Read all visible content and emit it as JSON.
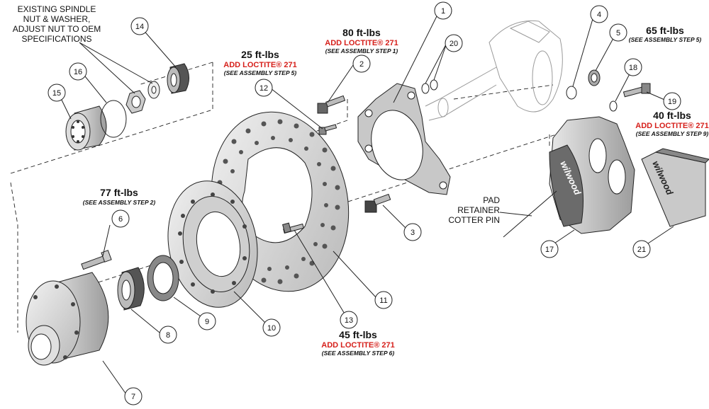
{
  "notes": {
    "spindle": [
      "EXISTING SPINDLE",
      "NUT & WASHER,",
      "ADJUST NUT TO OEM",
      "SPECIFICATIONS"
    ],
    "pad_retainer": [
      "PAD",
      "RETAINER",
      "COTTER PIN"
    ]
  },
  "torque_specs": [
    {
      "id": "bracket",
      "torque": "80 ft-lbs",
      "loctite": "ADD LOCTITE® 271",
      "step": "(SEE ASSEMBLY STEP 1)"
    },
    {
      "id": "rotor",
      "torque": "25 ft-lbs",
      "loctite": "ADD LOCTITE® 271",
      "step": "(SEE ASSEMBLY STEP 5)"
    },
    {
      "id": "nut",
      "torque": "65 ft-lbs",
      "step": "(SEE ASSEMBLY STEP 5)"
    },
    {
      "id": "caliper",
      "torque": "40 ft-lbs",
      "loctite": "ADD LOCTITE® 271",
      "step": "(SEE ASSEMBLY STEP 9)"
    },
    {
      "id": "stud",
      "torque": "77 ft-lbs",
      "step": "(SEE ASSEMBLY STEP 2)"
    },
    {
      "id": "hat",
      "torque": "45 ft-lbs",
      "loctite": "ADD LOCTITE® 271",
      "step": "(SEE ASSEMBLY STEP 6)"
    }
  ],
  "callouts": [
    "1",
    "2",
    "3",
    "4",
    "5",
    "6",
    "7",
    "8",
    "9",
    "10",
    "11",
    "12",
    "13",
    "14",
    "15",
    "16",
    "17",
    "18",
    "19",
    "20",
    "21"
  ],
  "brand": "wilwood",
  "colors": {
    "loctite_red": "#d6201b",
    "ink": "#111111",
    "part_fill": "#d9d9d9",
    "ghost": "#9a9a9a"
  }
}
